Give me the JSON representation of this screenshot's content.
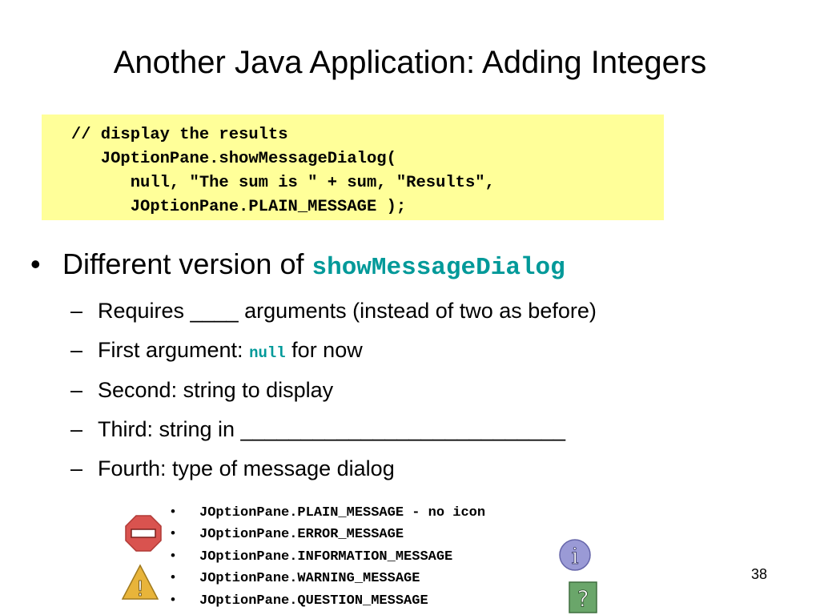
{
  "title": "Another Java Application: Adding Integers",
  "code_lines": [
    "   // display the results",
    "      JOptionPane.showMessageDialog(",
    "         null, \"The sum is \" + sum, \"Results\",",
    "         JOptionPane.PLAIN_MESSAGE );"
  ],
  "main_bullet": {
    "marker": "•",
    "text": "Different version of ",
    "code": "showMessageDialog"
  },
  "sub_bullets": [
    {
      "marker": "–",
      "text": "Requires ____ arguments (instead of two as before)"
    },
    {
      "marker": "–",
      "prefix": "First argument: ",
      "code": "null",
      "suffix": " for now"
    },
    {
      "marker": "–",
      "text": "Second: string to display"
    },
    {
      "marker": "–",
      "text": "Third: string in ___________________________"
    },
    {
      "marker": "–",
      "text": "Fourth: type of message dialog"
    }
  ],
  "message_types": [
    {
      "marker": "•",
      "text": "JOptionPane.PLAIN_MESSAGE - no icon"
    },
    {
      "marker": "•",
      "text": "JOptionPane.ERROR_MESSAGE"
    },
    {
      "marker": "•",
      "text": "JOptionPane.INFORMATION_MESSAGE"
    },
    {
      "marker": "•",
      "text": "JOptionPane.WARNING_MESSAGE"
    },
    {
      "marker": "•",
      "text": "JOptionPane.QUESTION_MESSAGE"
    }
  ],
  "icons": {
    "error": {
      "name": "error-icon",
      "color": "#d9534f"
    },
    "information": {
      "name": "information-icon",
      "color": "#9a9ad6",
      "glyph": "i"
    },
    "warning": {
      "name": "warning-icon",
      "color": "#e8b43a",
      "glyph": "!"
    },
    "question": {
      "name": "question-icon",
      "color": "#6aa66a",
      "glyph": "?"
    }
  },
  "page_number": "38"
}
